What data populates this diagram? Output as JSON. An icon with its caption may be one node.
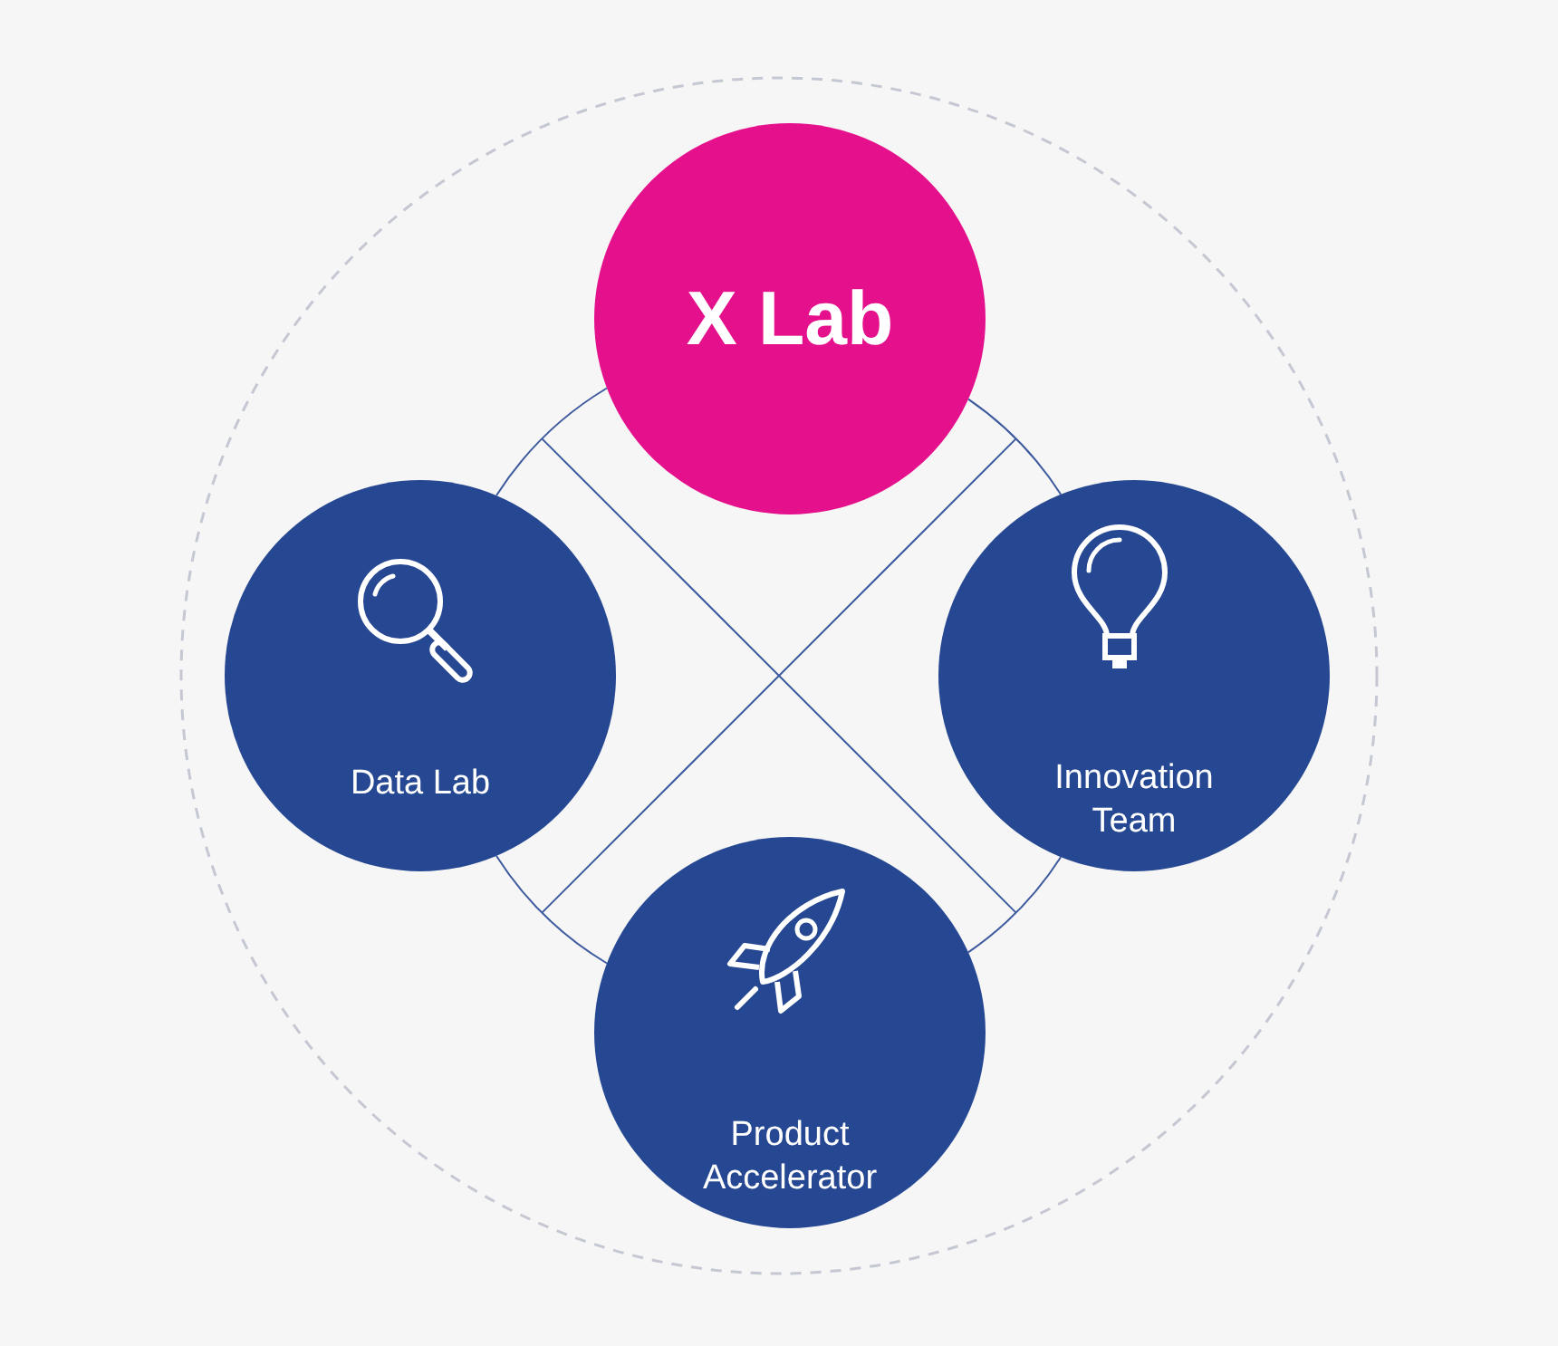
{
  "diagram": {
    "nodes": [
      {
        "text": [
          "X Lab"
        ]
      },
      {
        "text": [
          "Data Lab"
        ]
      },
      {
        "text": [
          "Innovation Team"
        ]
      },
      {
        "text": [
          "Product Accelerator"
        ]
      }
    ],
    "edges": [
      {
        "from": 0,
        "to": 1,
        "arrow": "none"
      },
      {
        "from": 0,
        "to": 2,
        "arrow": "none"
      },
      {
        "from": 1,
        "to": 3,
        "arrow": "none"
      },
      {
        "from": 2,
        "to": 3,
        "arrow": "none"
      }
    ]
  }
}
